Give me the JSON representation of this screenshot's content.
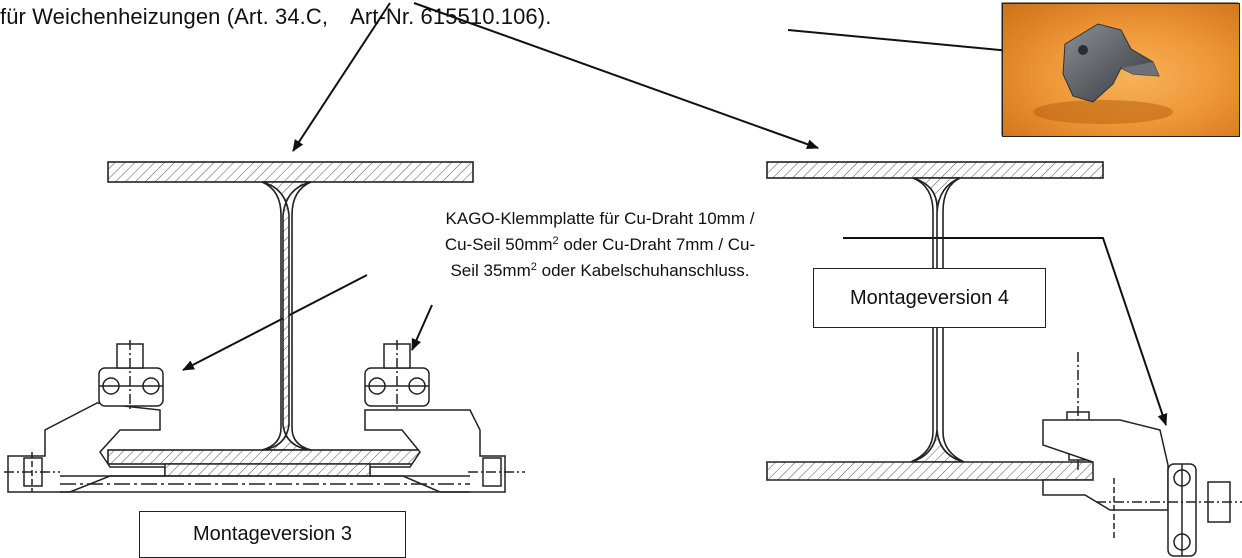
{
  "header_text": {
    "left": "für Weichenheizungen (Art. 34.C,",
    "right": "Art-Nr. 615510.106)."
  },
  "note": {
    "line1": "KAGO-Klemmplatte für Cu-Draht 10mm /",
    "line2_a": "Cu-Seil 50mm",
    "line2_sup": "2",
    "line2_b": " oder Cu-Draht 7mm / Cu-",
    "line3_a": "Seil 35mm",
    "line3_sup": "2",
    "line3_b": " oder Kabelschuhanschluss."
  },
  "labels": {
    "version3": "Montageversion 3",
    "version4": "Montageversion 4"
  },
  "photo": {
    "subject": "clamp-part-photo",
    "background_color": "#ee9838",
    "part_color": "#5f6368"
  },
  "colors": {
    "line": "#222222",
    "hatch": "#444444",
    "background": "#ffffff"
  }
}
